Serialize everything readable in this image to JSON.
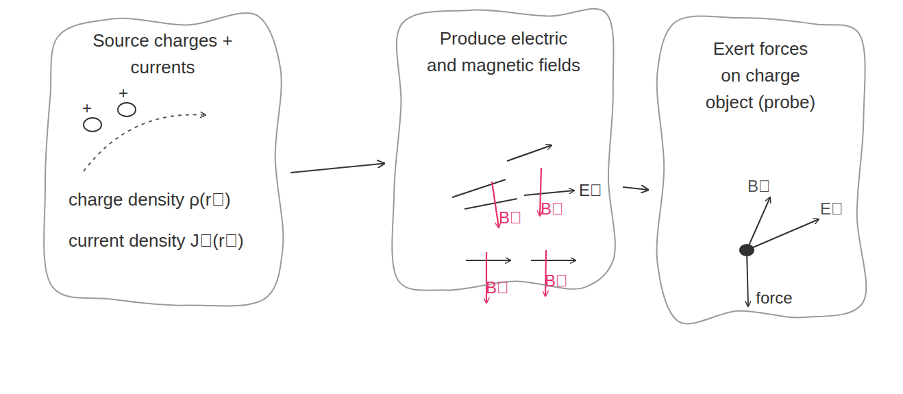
{
  "diagram": {
    "nodes": [
      {
        "text": [
          "Source charges + currents",
          "charge density ρ(r⃗)",
          "current density J⃗(r⃗)"
        ]
      },
      {
        "text": [
          "Produce electric and magnetic fields"
        ]
      },
      {
        "text": [
          "Exert forces on charge object (probe)"
        ]
      }
    ],
    "edges": [
      {
        "from": 0,
        "to": 1,
        "arrow": "to"
      },
      {
        "from": 1,
        "to": 2,
        "arrow": "to"
      }
    ],
    "labels": [
      "+",
      "+",
      "B⃗",
      "B⃗",
      "E⃗",
      "B⃗",
      "B⃗",
      "B⃗",
      "E⃗",
      "force"
    ]
  }
}
